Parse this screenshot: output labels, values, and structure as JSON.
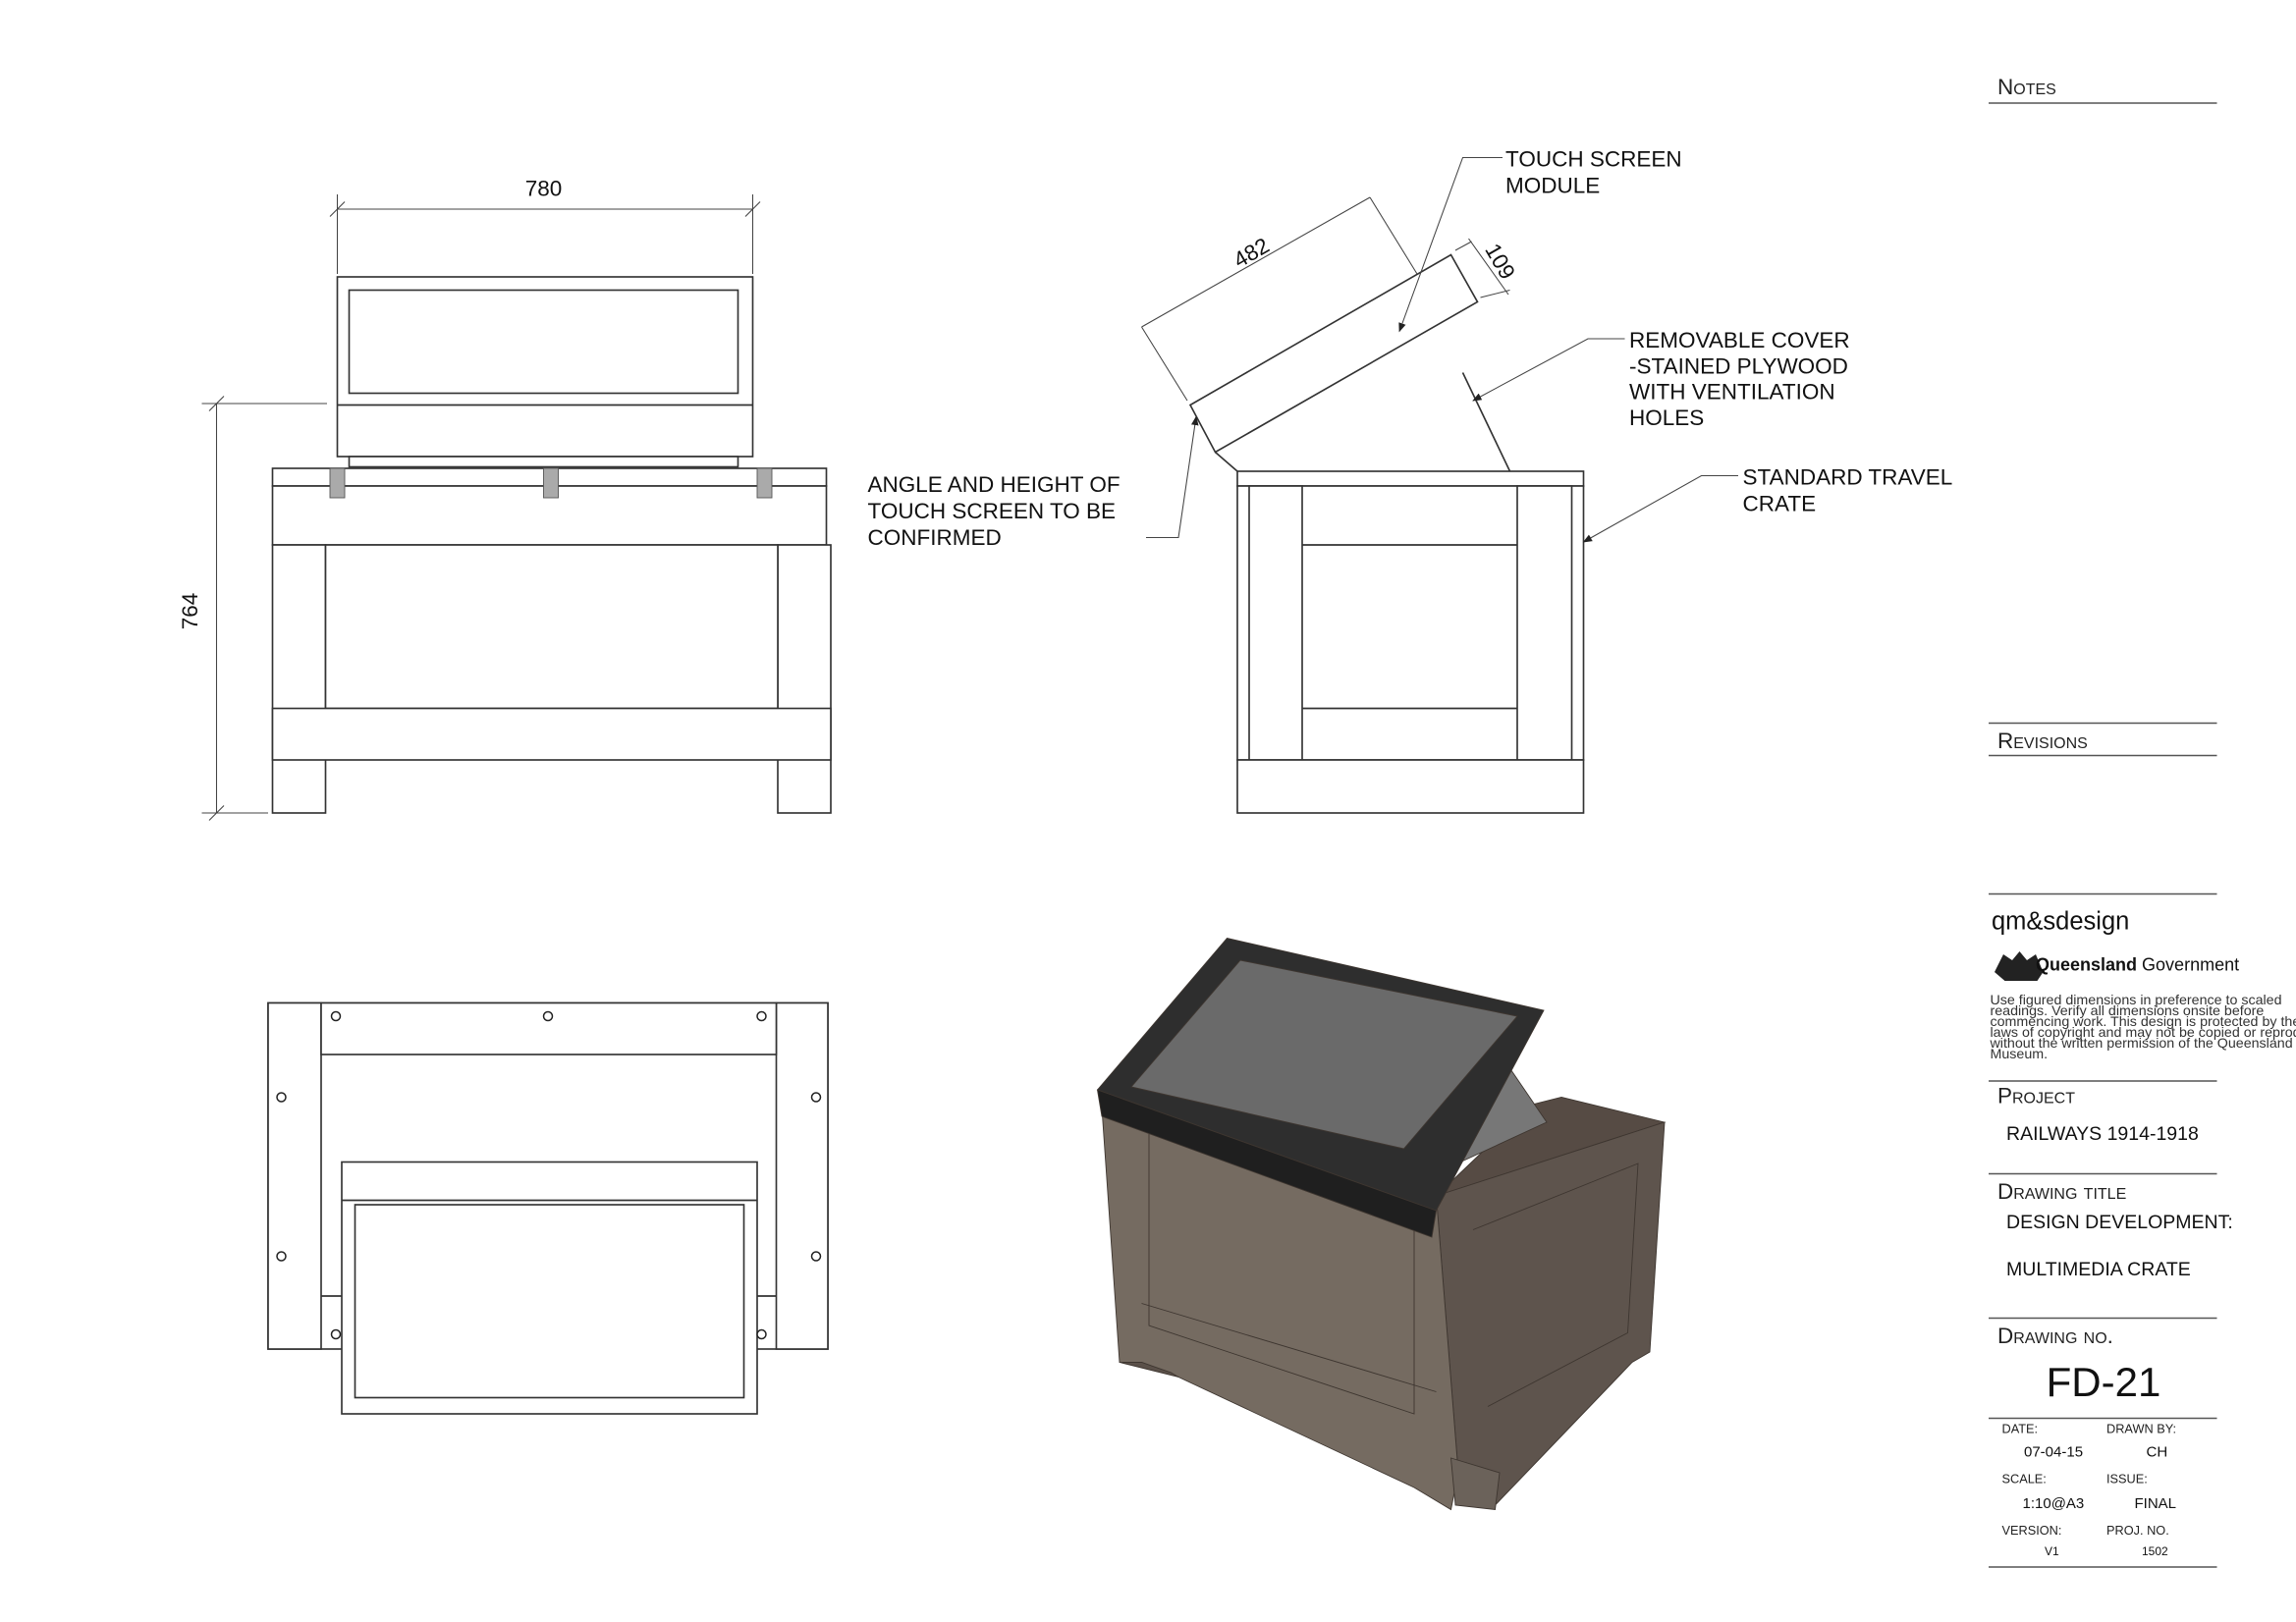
{
  "front_view": {
    "width_dim": "780",
    "height_dim": "764"
  },
  "side_view": {
    "module_length_dim": "482",
    "module_depth_dim": "109",
    "callouts": {
      "touch_screen": [
        "TOUCH SCREEN",
        "MODULE"
      ],
      "cover": [
        "REMOVABLE COVER",
        "-STAINED PLYWOOD",
        "WITH VENTILATION",
        "HOLES"
      ],
      "crate": [
        "STANDARD TRAVEL",
        "CRATE"
      ],
      "angle": [
        "ANGLE AND HEIGHT OF",
        "TOUCH SCREEN TO BE",
        "CONFIRMED"
      ]
    }
  },
  "render_colors": {
    "crate_front": "#756b61",
    "crate_side": "#5e544d",
    "screen_frame": "#2e2e2e",
    "screen_glass": "#6a6a6a"
  },
  "title_block": {
    "notes_label": "Notes",
    "revisions_label": "Revisions",
    "firm": "qm&sdesign",
    "gov_bold": "Queensland",
    "gov_regular": "Government",
    "disclaimer": [
      "Use figured dimensions in preference to scaled",
      "readings.  Verify all dimensions onsite before",
      "commencing work.  This design is protected by the",
      "laws of copyright and may not be copied or reproduced",
      "without the written permission of the Queensland",
      "Museum."
    ],
    "project_label": "Project",
    "project": "RAILWAYS 1914-1918",
    "drawing_title_label": "Drawing title",
    "drawing_title_1": "DESIGN DEVELOPMENT:",
    "drawing_title_2": "MULTIMEDIA CRATE",
    "drawing_no_label": "Drawing no.",
    "drawing_no": "FD-21",
    "date_label": "DATE:",
    "date": "07-04-15",
    "drawn_by_label": "DRAWN BY:",
    "drawn_by": "CH",
    "scale_label": "SCALE:",
    "scale": "1:10@A3",
    "issue_label": "ISSUE:",
    "issue": "FINAL",
    "version_label": "VERSION:",
    "version": "V1",
    "proj_no_label": "PROJ. NO.",
    "proj_no": "1502"
  }
}
